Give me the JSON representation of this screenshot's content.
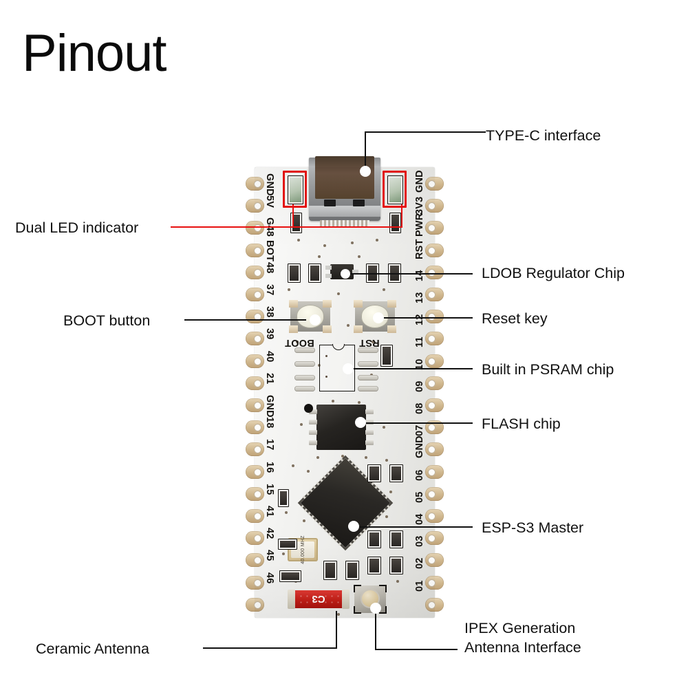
{
  "page": {
    "title": "Pinout",
    "background_color": "#ffffff",
    "text_color": "#111111",
    "highlight_color": "#e8100f"
  },
  "callouts": {
    "type_c": "TYPE-C interface",
    "ldob": "LDOB Regulator Chip",
    "reset": "Reset key",
    "psram": "Built in PSRAM chip",
    "flash": "FLASH chip",
    "esp": "ESP-S3 Master",
    "ipex_line1": "IPEX Generation",
    "ipex_line2": "Antenna Interface",
    "dual_led": "Dual LED indicator",
    "boot": "BOOT button",
    "ceramic": "Ceramic Antenna"
  },
  "board": {
    "silk": {
      "boot_button_label": "BOOT",
      "reset_button_label": "RST",
      "antenna_label": "C3",
      "crystal_label": "40.000 MHZ"
    },
    "left_pins": [
      "GND",
      "5V",
      "G48",
      "BOT",
      "48",
      "37",
      "38",
      "39",
      "40",
      "21",
      "GND",
      "18",
      "17",
      "16",
      "15",
      "41",
      "42",
      "45",
      "46"
    ],
    "right_pins": [
      "GND",
      "3V3",
      "PWR",
      "RST",
      "14",
      "13",
      "12",
      "11",
      "10",
      "09",
      "08",
      "07",
      "GND",
      "06",
      "05",
      "04",
      "03",
      "02",
      "01"
    ]
  }
}
